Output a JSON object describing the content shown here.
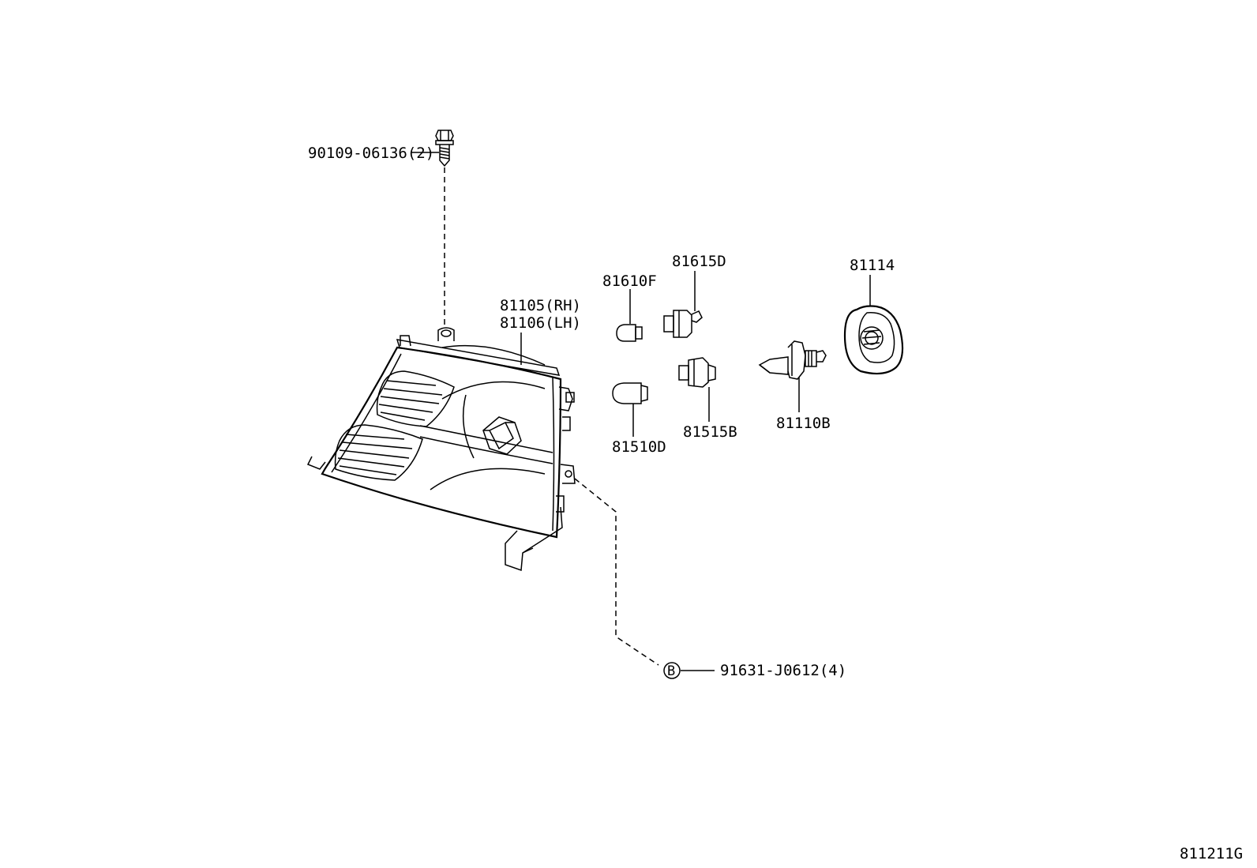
{
  "diagram_id": "811211G",
  "parts": {
    "screw": "90109-06136(2)",
    "headlamp_rh": "81105(RH)",
    "headlamp_lh": "81106(LH)",
    "bulb_81610f": "81610F",
    "socket_81615d": "81615D",
    "bulb_81510d": "81510D",
    "socket_81515b": "81515B",
    "bulb_81110b": "81110B",
    "cover_81114": "81114",
    "nut_code": "B",
    "nut": "91631-J0612(4)"
  }
}
